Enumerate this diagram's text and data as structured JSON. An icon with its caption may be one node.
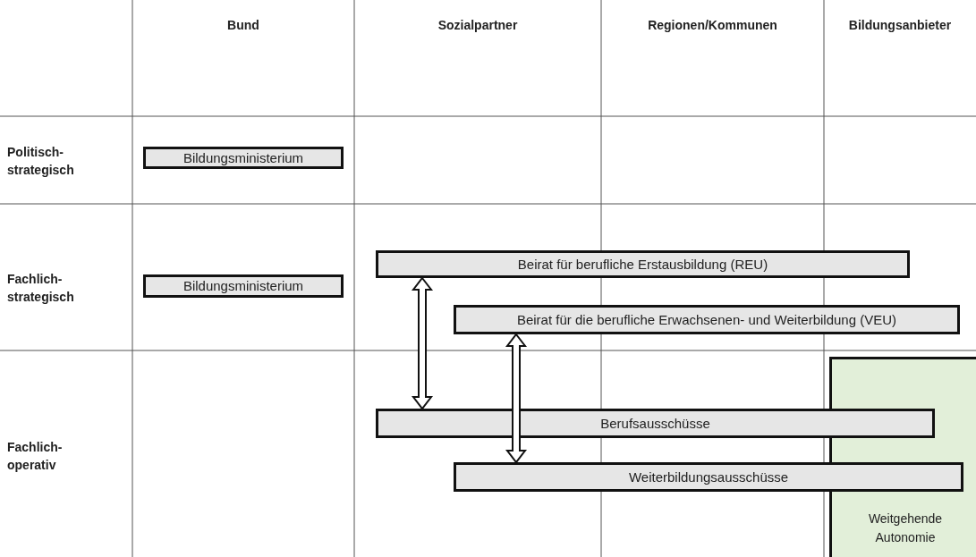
{
  "diagram": {
    "nodes": [
      {
        "text": [
          "Bildungsministerium"
        ]
      },
      {
        "text": [
          "Bildungsministerium"
        ]
      },
      {
        "text": [
          "Beirat für berufliche Erstausbildung (REU)"
        ]
      },
      {
        "text": [
          "Beirat für die berufliche Erwachsenen- und Weiterbildung (VEU)"
        ]
      },
      {
        "text": [
          "Berufsausschüsse"
        ]
      },
      {
        "text": [
          "Weiterbildungsausschüsse"
        ]
      },
      {
        "text": [
          "Weitgehende Autonomie"
        ]
      }
    ],
    "edges": [
      {
        "from": 2,
        "to": 4,
        "arrow": "both"
      },
      {
        "from": 3,
        "to": 5,
        "arrow": "both"
      }
    ],
    "labels": [
      "Bund",
      "Sozialpartner",
      "Regionen/Kommunen",
      "Bildungsanbieter",
      "Politisch-strategisch",
      "Fachlich-strategisch",
      "Fachlich-operativ"
    ]
  }
}
